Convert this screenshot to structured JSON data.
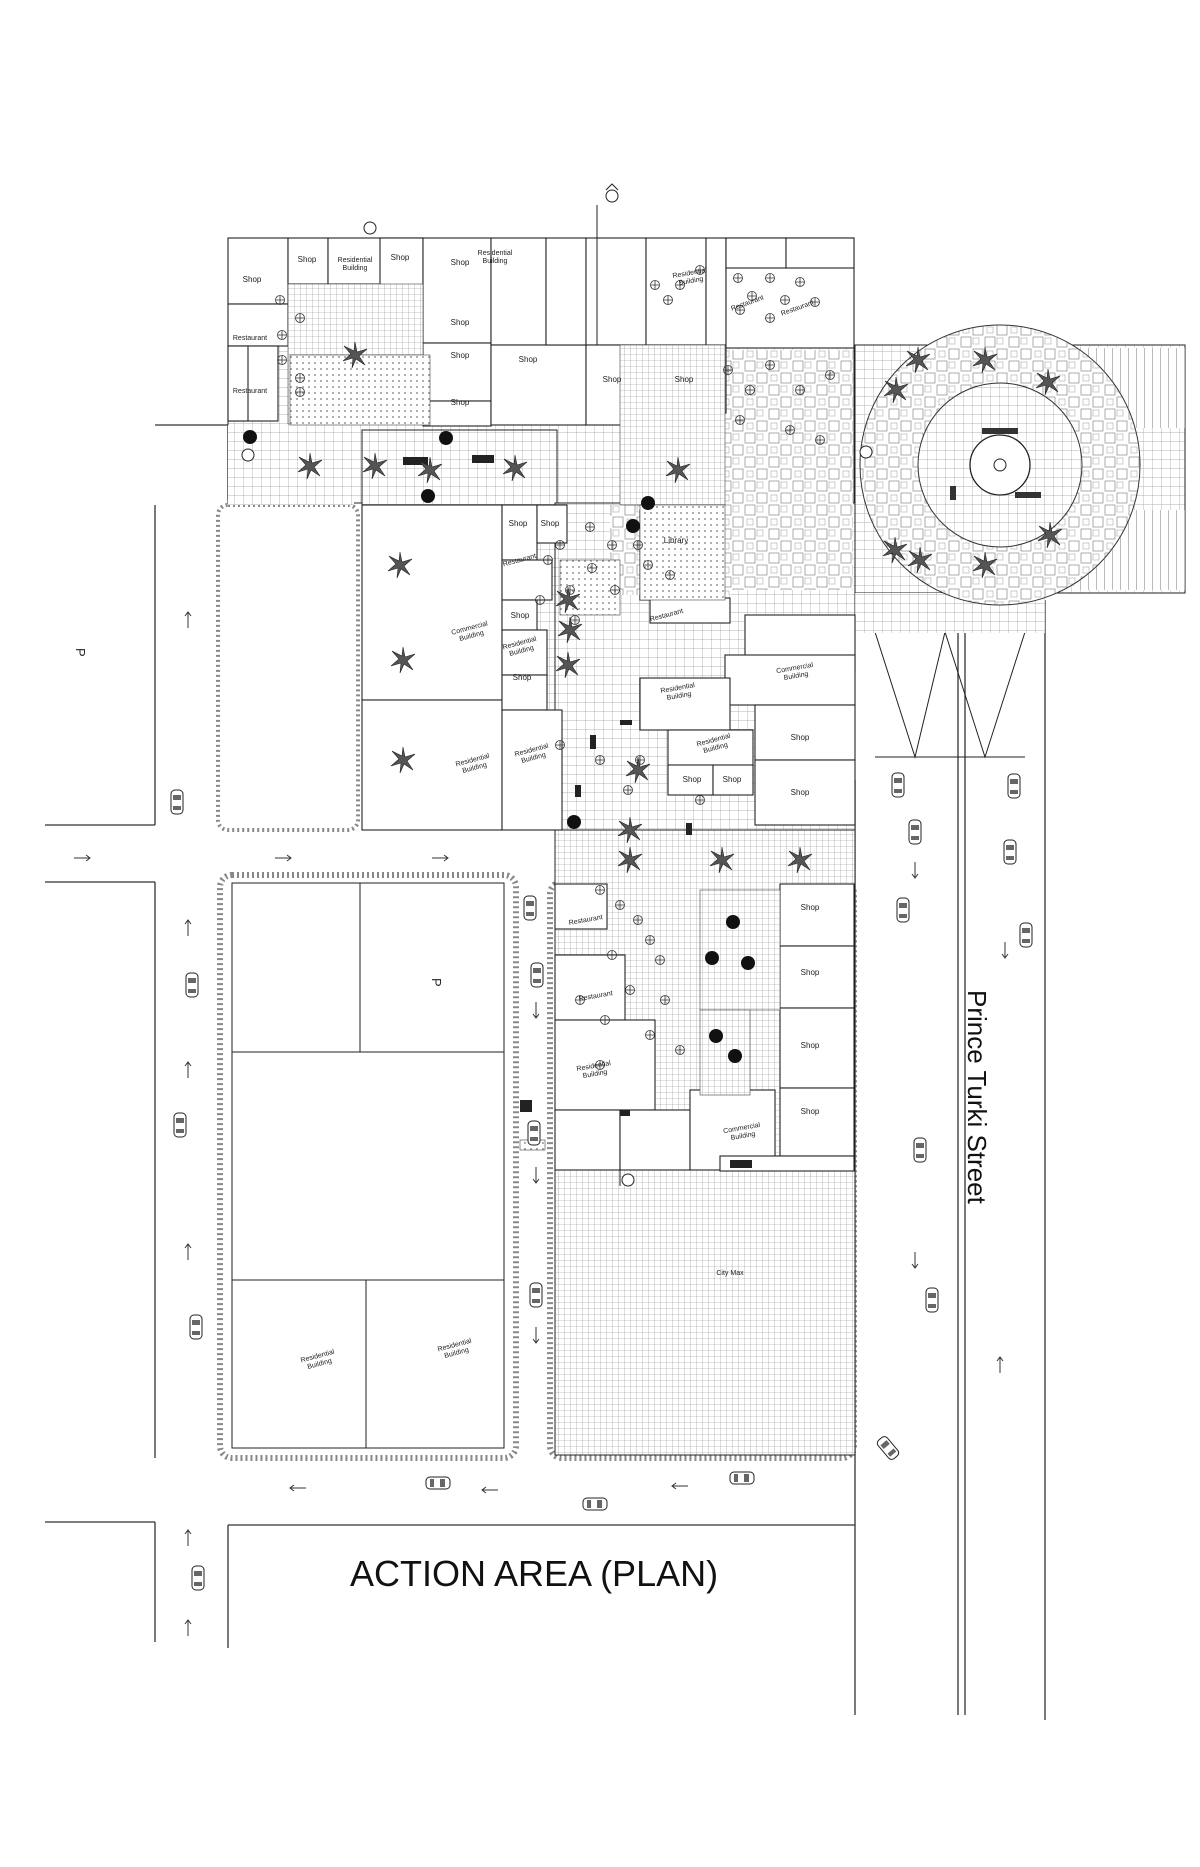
{
  "title": "ACTION AREA (PLAN)",
  "street_name": "Prince Turki Street",
  "parking_marker": "P",
  "labels": {
    "shop": "Shop",
    "restaurant": "Restaurant",
    "residential": "Residential Building",
    "commercial": "Commercial Building",
    "library": "Library",
    "city_max": "City Max"
  },
  "colors": {
    "line": "#222222",
    "hatch": "#b5b5b5",
    "tree_dark": "#111111",
    "palm": "#555555"
  },
  "icons": [
    "north-arrow-icon",
    "section-marker-icon",
    "car-icon",
    "palm-tree-icon",
    "tree-icon",
    "direction-arrow-icon"
  ]
}
